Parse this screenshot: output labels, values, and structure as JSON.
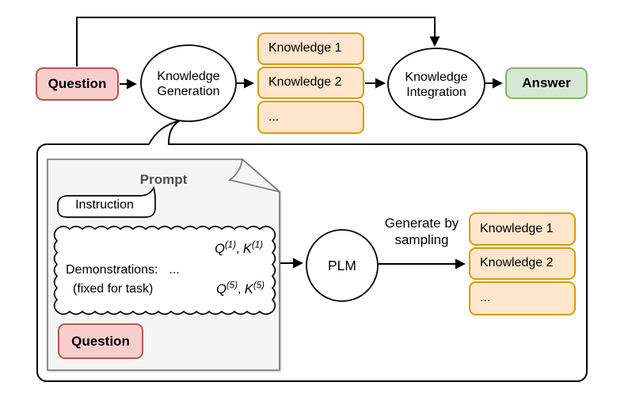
{
  "colors": {
    "pink_fill": "#f8cecc",
    "pink_stroke": "#b85450",
    "orange_fill": "#ffe6cc",
    "orange_stroke": "#d79b00",
    "green_fill": "#d5e8d4",
    "green_stroke": "#82b366",
    "panel_fill": "#f5f5f5",
    "panel_stroke": "#737373",
    "line": "#000000"
  },
  "top_flow": {
    "question": "Question",
    "generation": {
      "line1": "Knowledge",
      "line2": "Generation"
    },
    "knowledge": [
      "Knowledge 1",
      "Knowledge 2",
      "..."
    ],
    "integration": {
      "line1": "Knowledge",
      "line2": "Integration"
    },
    "answer": "Answer"
  },
  "detail": {
    "prompt_title": "Prompt",
    "instruction": "Instruction",
    "demos": {
      "pair1_q": "Q",
      "pair1_q_sup": "(1)",
      "pair1_sep": ", ",
      "pair1_k": "K",
      "pair1_k_sup": "(1)",
      "label": "Demonstrations:",
      "ellipsis": "...",
      "fixed": "(fixed for task)",
      "pair5_q": "Q",
      "pair5_q_sup": "(5)",
      "pair5_sep": ", ",
      "pair5_k": "K",
      "pair5_k_sup": "(5)"
    },
    "question": "Question",
    "plm": "PLM",
    "arrow_label": {
      "line1": "Generate by",
      "line2": "sampling"
    },
    "knowledge": [
      "Knowledge 1",
      "Knowledge 2",
      "..."
    ]
  }
}
